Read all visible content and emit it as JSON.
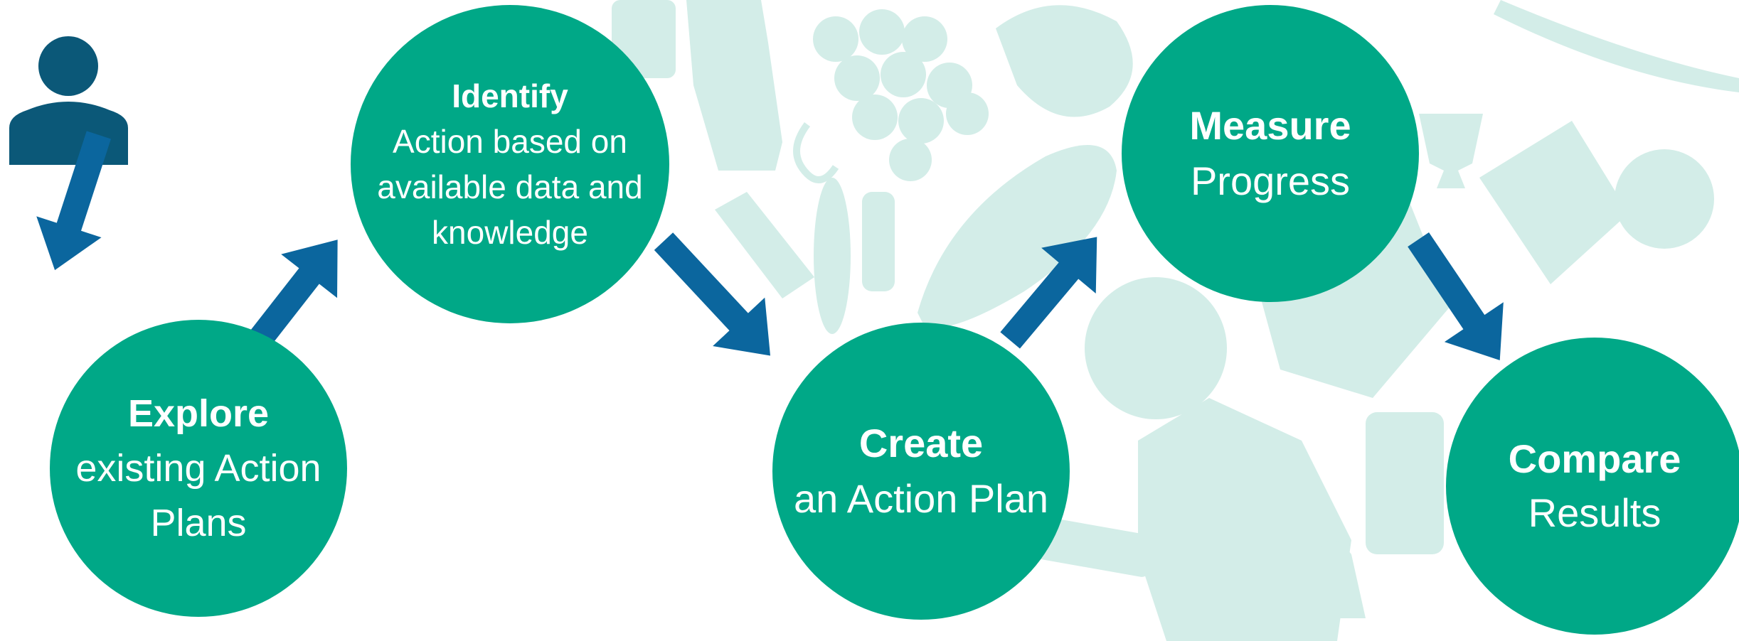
{
  "colors": {
    "circle": "#00a887",
    "arrow": "#0b669e",
    "person": "#0b5878",
    "background_silhouettes": "#d3ede8"
  },
  "icons": {
    "user": "user-icon",
    "arrow": "arrow-icon",
    "background": "waste-items-silhouettes"
  },
  "steps": [
    {
      "id": "explore",
      "title": "Explore",
      "description": "existing Action Plans"
    },
    {
      "id": "identify",
      "title": "Identify",
      "description": "Action based on available data and knowledge"
    },
    {
      "id": "create",
      "title": "Create",
      "description": "an Action Plan"
    },
    {
      "id": "measure",
      "title": "Measure",
      "description": "Progress"
    },
    {
      "id": "compare",
      "title": "Compare",
      "description": "Results"
    }
  ]
}
